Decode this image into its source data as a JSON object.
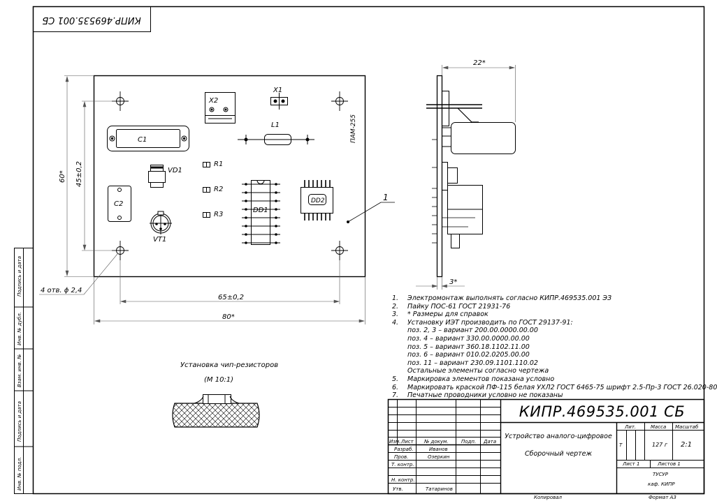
{
  "stamp_top": "КИПР.469535.001 СБ",
  "board": {
    "label": "ПАМ-255",
    "components": {
      "c1": "C1",
      "c2": "C2",
      "x1": "X1",
      "x2": "X2",
      "l1": "L1",
      "vd1": "VD1",
      "vt1": "VT1",
      "r1": "R1",
      "r2": "R2",
      "r3": "R3",
      "dd1": "DD1",
      "dd2": "DD2"
    },
    "leader_1": "1"
  },
  "dimensions": {
    "height_total": "60*",
    "height_holes": "45±0,2",
    "width_holes": "65±0,2",
    "width_total": "80*",
    "holes": "4 отв. ϕ 2,4",
    "side_width": "22*",
    "side_thickness": "3*"
  },
  "detail": {
    "title": "Установка чип-резисторов",
    "scale": "(М 10:1)"
  },
  "notes": [
    {
      "n": "1.",
      "t": "Электромонтаж выполнять согласно КИПР.469535.001 ЭЗ"
    },
    {
      "n": "2.",
      "t": "Пайку ПОС-61 ГОСТ 21931-76"
    },
    {
      "n": "3.",
      "t": "* Размеры для справок"
    },
    {
      "n": "4.",
      "t": "Установку ИЭТ производить по ГОСТ 29137-91:"
    },
    {
      "n": "",
      "t": "поз. 2, 3 – вариант 200.00.0000.00.00"
    },
    {
      "n": "",
      "t": "поз. 4 – вариант 330.00.0000.00.00"
    },
    {
      "n": "",
      "t": "поз. 5 – вариант 360.18.1102.11.00"
    },
    {
      "n": "",
      "t": "поз. 6 – вариант 010.02.0205.00.00"
    },
    {
      "n": "",
      "t": "поз. 11 – вариант 230.09.1101.110.02"
    },
    {
      "n": "",
      "t": "Остальные элементы согласно чертежа"
    },
    {
      "n": "5.",
      "t": "Маркировка элементов показана условно"
    },
    {
      "n": "6.",
      "t": "Маркировать краской ПФ-115 белая УХЛ2 ГОСТ 6465-75 шрифт 2.5-Пр-3 ГОСТ 26.020-80"
    },
    {
      "n": "7.",
      "t": "Печатные проводники условно не показаны"
    }
  ],
  "title_block": {
    "designation": "КИПР.469535.001 СБ",
    "name_line1": "Устройство аналого-цифровое",
    "name_line2": "Сборочный чертеж",
    "col_izm": "Изм.",
    "col_list": "Лист",
    "col_doc": "№ докум.",
    "col_sign": "Подп.",
    "col_date": "Дата",
    "razrab_label": "Разраб.",
    "razrab_name": "Иванов",
    "prov_label": "Пров.",
    "prov_name": "Озеркин",
    "tkontr_label": "Т. контр.",
    "nkontr_label": "Н. контр.",
    "utv_label": "Утв.",
    "utv_name": "Татаринов",
    "lit_label": "Лит.",
    "massa_label": "Масса",
    "masshtab_label": "Масштаб",
    "lit_value": "Т",
    "massa_value": "127 г",
    "masshtab_value": "2:1",
    "sheet": "Лист 1",
    "sheets": "Листов 1",
    "org1": "ТУСУР",
    "org2": "каф. КИПР",
    "copied": "Копировал",
    "format": "Формат А3"
  },
  "side_strip": [
    "Подпись и дата",
    "Инв. № дубл.",
    "Взам. инв. №",
    "Подпись и дата",
    "Инв. № подл."
  ]
}
